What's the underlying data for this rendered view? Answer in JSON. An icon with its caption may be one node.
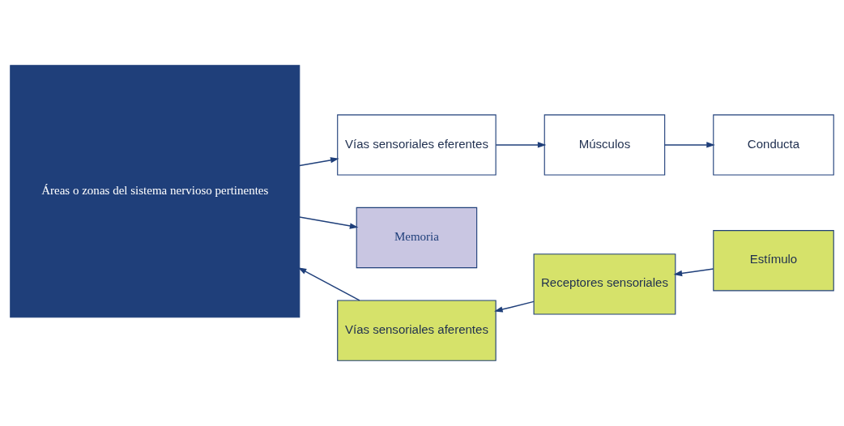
{
  "diagram": {
    "nodes": [
      {
        "text": [
          "Áreas o zonas del sistema nervioso pertinentes"
        ]
      },
      {
        "text": [
          "Vías sensoriales aferentes"
        ]
      },
      {
        "text": [
          "Receptores sensoriales"
        ]
      },
      {
        "text": [
          "Estímulo"
        ]
      },
      {
        "text": [
          "Vías sensoriales eferentes"
        ]
      },
      {
        "text": [
          "Músculos"
        ]
      },
      {
        "text": [
          "Conducta"
        ]
      },
      {
        "text": [
          "Memoria"
        ]
      }
    ],
    "edges": [
      {
        "from": 3,
        "to": 2,
        "arrow": "to"
      },
      {
        "from": 2,
        "to": 1,
        "arrow": "to"
      },
      {
        "from": 1,
        "to": 0,
        "arrow": "to"
      },
      {
        "from": 0,
        "to": 4,
        "arrow": "to"
      },
      {
        "from": 4,
        "to": 5,
        "arrow": "to"
      },
      {
        "from": 5,
        "to": 6,
        "arrow": "to"
      },
      {
        "from": 0,
        "to": 7,
        "arrow": "to"
      }
    ]
  }
}
